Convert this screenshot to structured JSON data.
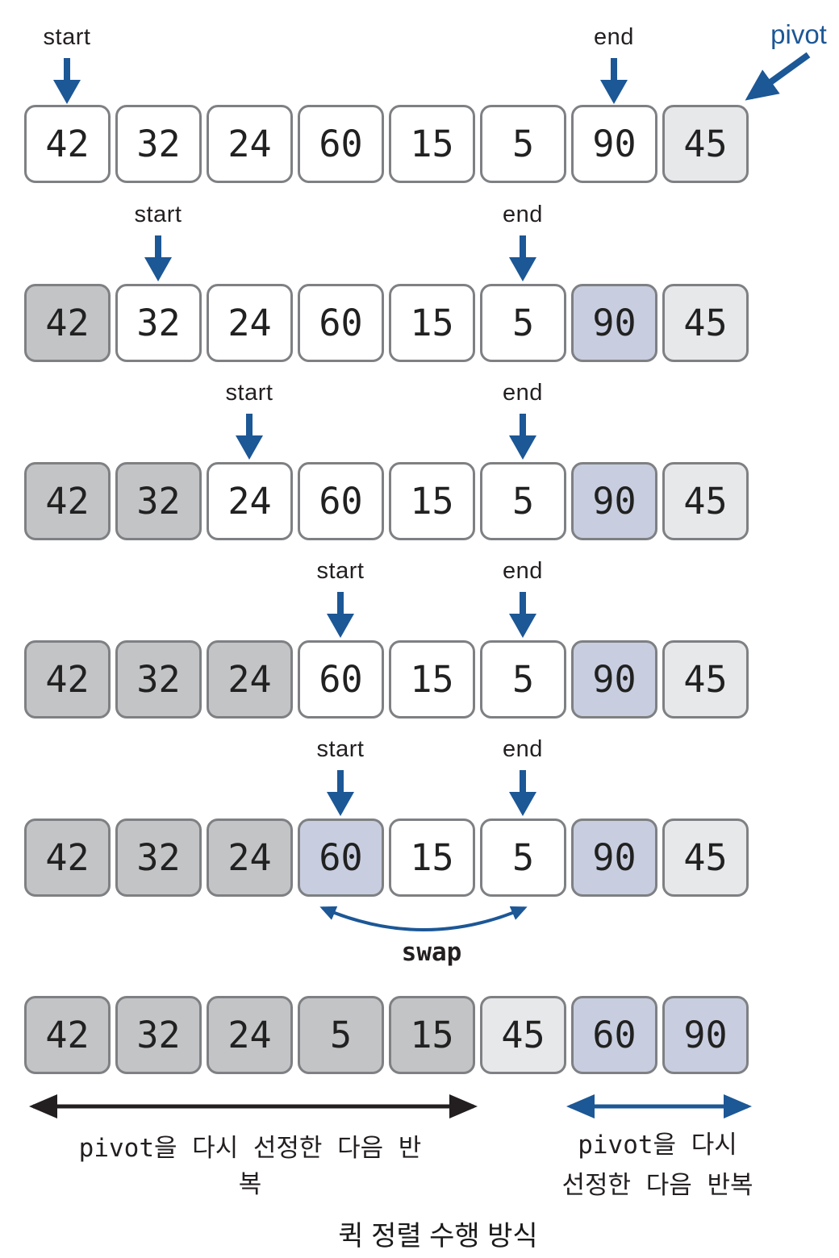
{
  "labels": {
    "start": "start",
    "end": "end",
    "pivot": "pivot",
    "swap": "swap"
  },
  "colors": {
    "pointer_blue": "#1c5796",
    "cell_gray": "#c3c4c6",
    "cell_blue_gray": "#c8cedf",
    "cell_light_gray": "#e7e8ea",
    "cell_border": "#7e8083",
    "partition_arrow_black": "#231f20"
  },
  "rows": [
    {
      "cells": [
        {
          "value": "42",
          "state": "white"
        },
        {
          "value": "32",
          "state": "white"
        },
        {
          "value": "24",
          "state": "white"
        },
        {
          "value": "60",
          "state": "white"
        },
        {
          "value": "15",
          "state": "white"
        },
        {
          "value": "5",
          "state": "white"
        },
        {
          "value": "90",
          "state": "white"
        },
        {
          "value": "45",
          "state": "light"
        }
      ],
      "start_index": 0,
      "end_index": 6,
      "pivot_index": 7
    },
    {
      "cells": [
        {
          "value": "42",
          "state": "gray"
        },
        {
          "value": "32",
          "state": "white"
        },
        {
          "value": "24",
          "state": "white"
        },
        {
          "value": "60",
          "state": "white"
        },
        {
          "value": "15",
          "state": "white"
        },
        {
          "value": "5",
          "state": "white"
        },
        {
          "value": "90",
          "state": "blue"
        },
        {
          "value": "45",
          "state": "light"
        }
      ],
      "start_index": 1,
      "end_index": 5
    },
    {
      "cells": [
        {
          "value": "42",
          "state": "gray"
        },
        {
          "value": "32",
          "state": "gray"
        },
        {
          "value": "24",
          "state": "white"
        },
        {
          "value": "60",
          "state": "white"
        },
        {
          "value": "15",
          "state": "white"
        },
        {
          "value": "5",
          "state": "white"
        },
        {
          "value": "90",
          "state": "blue"
        },
        {
          "value": "45",
          "state": "light"
        }
      ],
      "start_index": 2,
      "end_index": 5
    },
    {
      "cells": [
        {
          "value": "42",
          "state": "gray"
        },
        {
          "value": "32",
          "state": "gray"
        },
        {
          "value": "24",
          "state": "gray"
        },
        {
          "value": "60",
          "state": "white"
        },
        {
          "value": "15",
          "state": "white"
        },
        {
          "value": "5",
          "state": "white"
        },
        {
          "value": "90",
          "state": "blue"
        },
        {
          "value": "45",
          "state": "light"
        }
      ],
      "start_index": 3,
      "end_index": 5
    },
    {
      "cells": [
        {
          "value": "42",
          "state": "gray"
        },
        {
          "value": "32",
          "state": "gray"
        },
        {
          "value": "24",
          "state": "gray"
        },
        {
          "value": "60",
          "state": "blue"
        },
        {
          "value": "15",
          "state": "white"
        },
        {
          "value": "5",
          "state": "white"
        },
        {
          "value": "90",
          "state": "blue"
        },
        {
          "value": "45",
          "state": "light"
        }
      ],
      "start_index": 3,
      "end_index": 5,
      "swap_between": [
        3,
        5
      ]
    },
    {
      "cells": [
        {
          "value": "42",
          "state": "gray"
        },
        {
          "value": "32",
          "state": "gray"
        },
        {
          "value": "24",
          "state": "gray"
        },
        {
          "value": "5",
          "state": "gray"
        },
        {
          "value": "15",
          "state": "gray"
        },
        {
          "value": "45",
          "state": "light"
        },
        {
          "value": "60",
          "state": "blue"
        },
        {
          "value": "90",
          "state": "blue"
        }
      ]
    }
  ],
  "annotations": {
    "left_partition": "pivot을 다시 선정한 다음 반복",
    "right_partition_line1": "pivot을 다시",
    "right_partition_line2": "선정한 다음 반복",
    "caption": "퀵 정렬 수행 방식"
  }
}
